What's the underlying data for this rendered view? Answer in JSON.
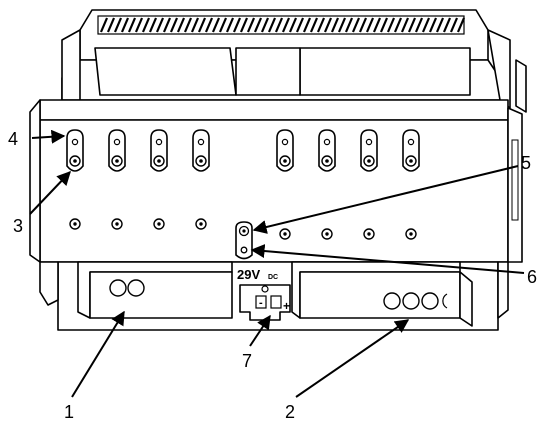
{
  "diagram": {
    "voltage_label": "29V",
    "voltage_suffix": "DC",
    "callouts": [
      {
        "id": "1",
        "label": "1"
      },
      {
        "id": "2",
        "label": "2"
      },
      {
        "id": "3",
        "label": "3"
      },
      {
        "id": "4",
        "label": "4"
      },
      {
        "id": "5",
        "label": "5"
      },
      {
        "id": "6",
        "label": "6"
      },
      {
        "id": "7",
        "label": "7"
      }
    ],
    "terminal_polarity": {
      "minus": "-",
      "plus": "+"
    }
  }
}
